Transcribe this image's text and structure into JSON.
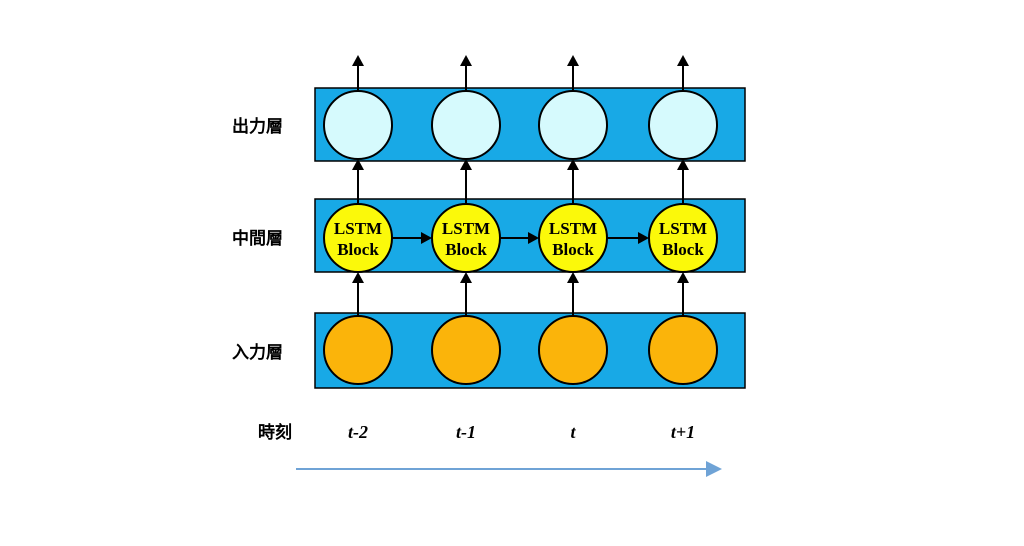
{
  "layers": [
    {
      "key": "output",
      "label": "出力層",
      "band_color": "#18a9e6",
      "node_color": "#d6fafd"
    },
    {
      "key": "middle",
      "label": "中間層",
      "band_color": "#18a9e6",
      "node_color": "#fbf90a"
    },
    {
      "key": "input",
      "label": "入力層",
      "band_color": "#18a9e6",
      "node_color": "#fbb40a"
    }
  ],
  "block_text": {
    "line1": "LSTM",
    "line2": "Block"
  },
  "time": {
    "label": "時刻",
    "steps": [
      "t-2",
      "t-1",
      "t",
      "t+1"
    ],
    "arrow_color": "#6fa3d6"
  },
  "colors": {
    "node_stroke": "#000000",
    "arrow": "#000000"
  }
}
